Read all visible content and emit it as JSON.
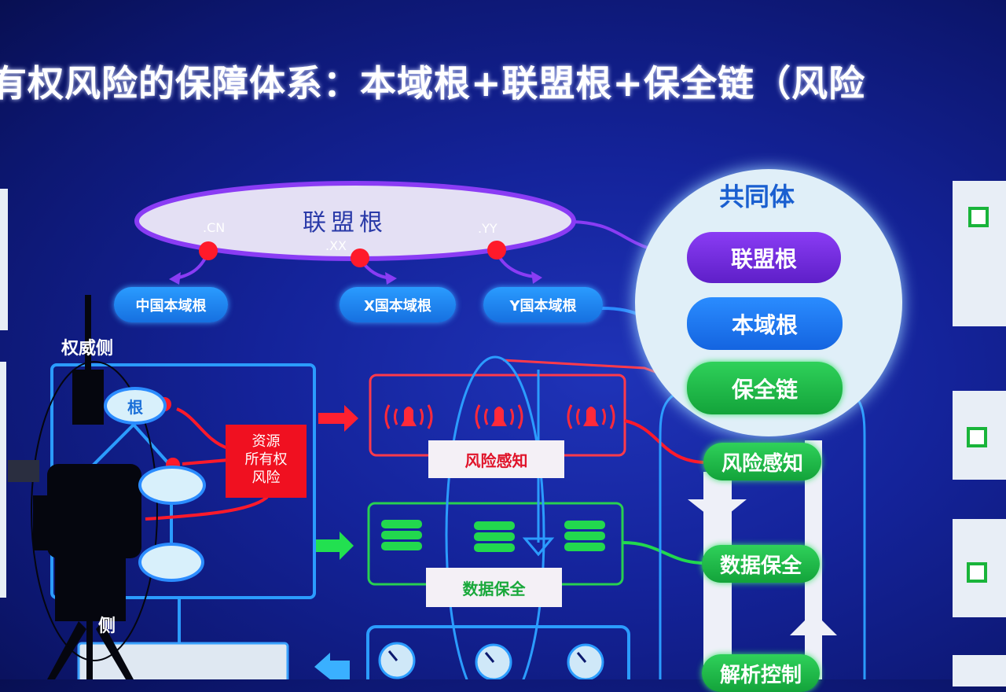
{
  "title": "有权风险的保障体系：本域根+联盟根+保全链（风险",
  "alliance": {
    "label": "联盟根",
    "tlds": [
      ".CN",
      ".XX",
      ".YY"
    ]
  },
  "domain_roots": [
    "中国本域根",
    "X国本域根",
    "Y国本域根"
  ],
  "community": {
    "title": "共同体",
    "items": [
      "联盟根",
      "本域根",
      "保全链"
    ]
  },
  "authority": {
    "label": "权威侧",
    "root_node": "根",
    "risk_box": [
      "资源",
      "所有权",
      "风险"
    ]
  },
  "bottom_left_label": "侧",
  "center_labels": {
    "risk": "风险感知",
    "data": "数据保全"
  },
  "right_pills": [
    "风险感知",
    "数据保全",
    "解析控制"
  ],
  "colors": {
    "purple": "#7a2ee8",
    "blue": "#1a7af0",
    "green": "#17b840",
    "red": "#ff1a2a"
  }
}
